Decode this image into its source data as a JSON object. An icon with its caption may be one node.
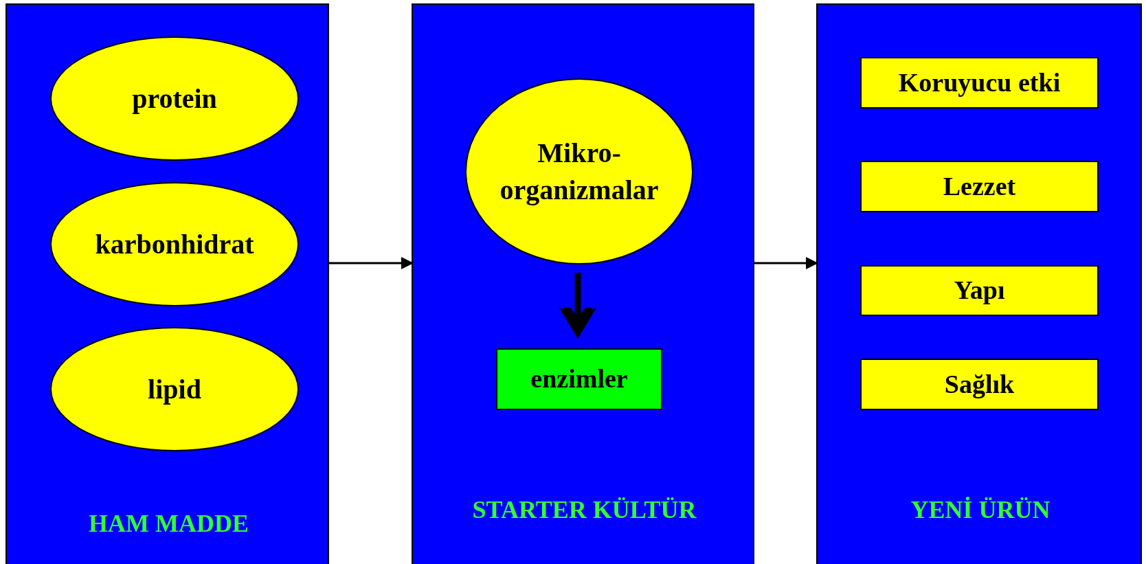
{
  "diagram": {
    "nodes": [
      {
        "text": [
          "HAM MADDE"
        ]
      },
      {
        "text": [
          "protein"
        ],
        "in": 0
      },
      {
        "text": [
          "karbonhidrat"
        ],
        "in": 0
      },
      {
        "text": [
          "lipid"
        ],
        "in": 0
      },
      {
        "text": [
          "STARTER KÜLTÜR"
        ]
      },
      {
        "text": [
          "Mikro- organizmalar"
        ],
        "in": 4
      },
      {
        "text": [
          "enzimler"
        ],
        "in": 4
      },
      {
        "text": [
          "YENİ ÜRÜN"
        ]
      },
      {
        "text": [
          "Koruyucu etki"
        ],
        "in": 7
      },
      {
        "text": [
          "Lezzet"
        ],
        "in": 7
      },
      {
        "text": [
          "Yapı"
        ],
        "in": 7
      },
      {
        "text": [
          "Sağlık"
        ],
        "in": 7
      }
    ],
    "edges": [
      {
        "from": 0,
        "to": 4,
        "arrow": "to"
      },
      {
        "from": 4,
        "to": 7,
        "arrow": "to"
      },
      {
        "from": 5,
        "to": 6,
        "arrow": "to",
        "style": "thick"
      }
    ]
  }
}
